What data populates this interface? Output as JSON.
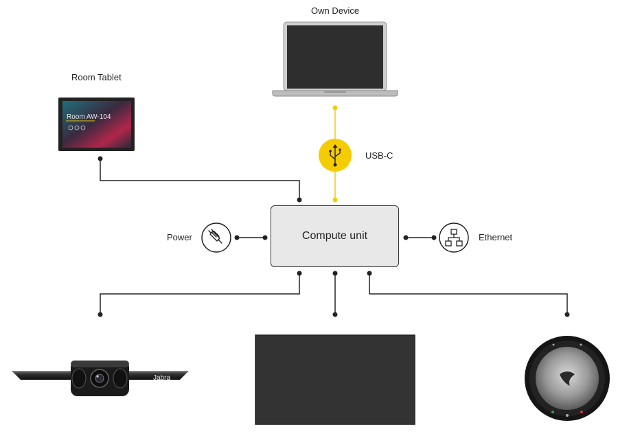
{
  "nodes": {
    "own_device": "Own Device",
    "room_tablet": "Room Tablet",
    "tablet_screen_text": "Room AW-104",
    "usb": "USB-C",
    "compute_unit": "Compute unit",
    "power": "Power",
    "ethernet": "Ethernet",
    "camera_brand": "Jabra"
  },
  "colors": {
    "usb_accent": "#f5cc00",
    "line": "#222222",
    "compute_fill": "#e8e8e8",
    "display": "#333333"
  },
  "icons": [
    "usb-icon",
    "power-plug-icon",
    "ethernet-network-icon"
  ]
}
